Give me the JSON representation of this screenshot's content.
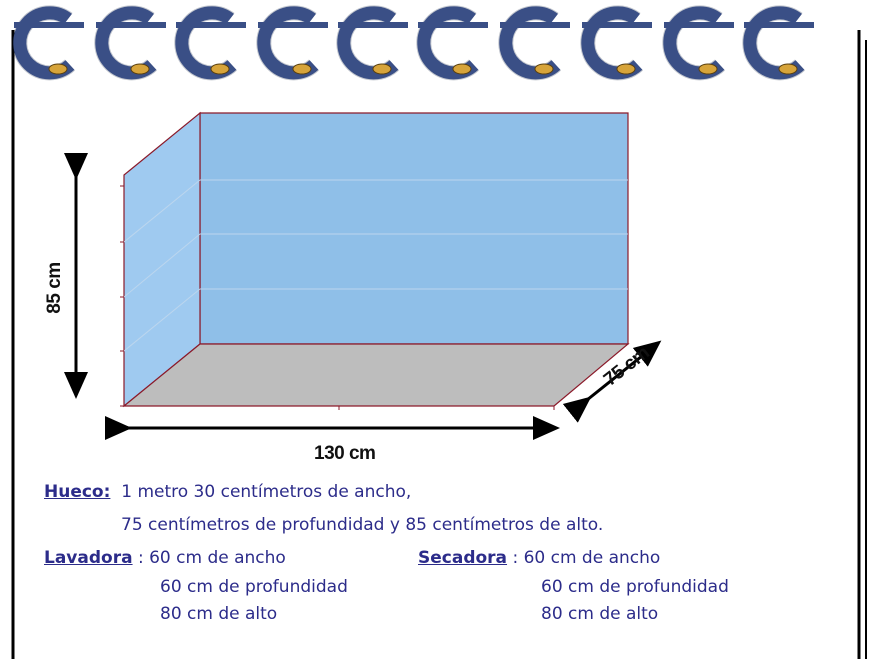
{
  "diagram": {
    "height_label": "85 cm",
    "width_label": "130 cm",
    "depth_label": "75 cm"
  },
  "hueco": {
    "title": "Hueco:",
    "line1": "1 metro 30 centímetros de ancho,",
    "line2": "75 centímetros de profundidad y 85 centímetros de alto."
  },
  "lavadora": {
    "title": "Lavadora",
    "ancho": ": 60 cm de ancho",
    "profundidad": "60 cm de profundidad",
    "alto": "80 cm de alto"
  },
  "secadora": {
    "title": "Secadora",
    "ancho": ": 60 cm de ancho",
    "profundidad": "60 cm de profundidad",
    "alto": "80 cm de alto"
  },
  "colors": {
    "box_back": "#8fbfe8",
    "box_side": "#9fcaf0",
    "box_floor": "#bdbdbd",
    "box_edge": "#8b1a2a",
    "text": "#2c2c8a",
    "ring": "#3a4f86",
    "ring_bead": "#d7a43a"
  }
}
